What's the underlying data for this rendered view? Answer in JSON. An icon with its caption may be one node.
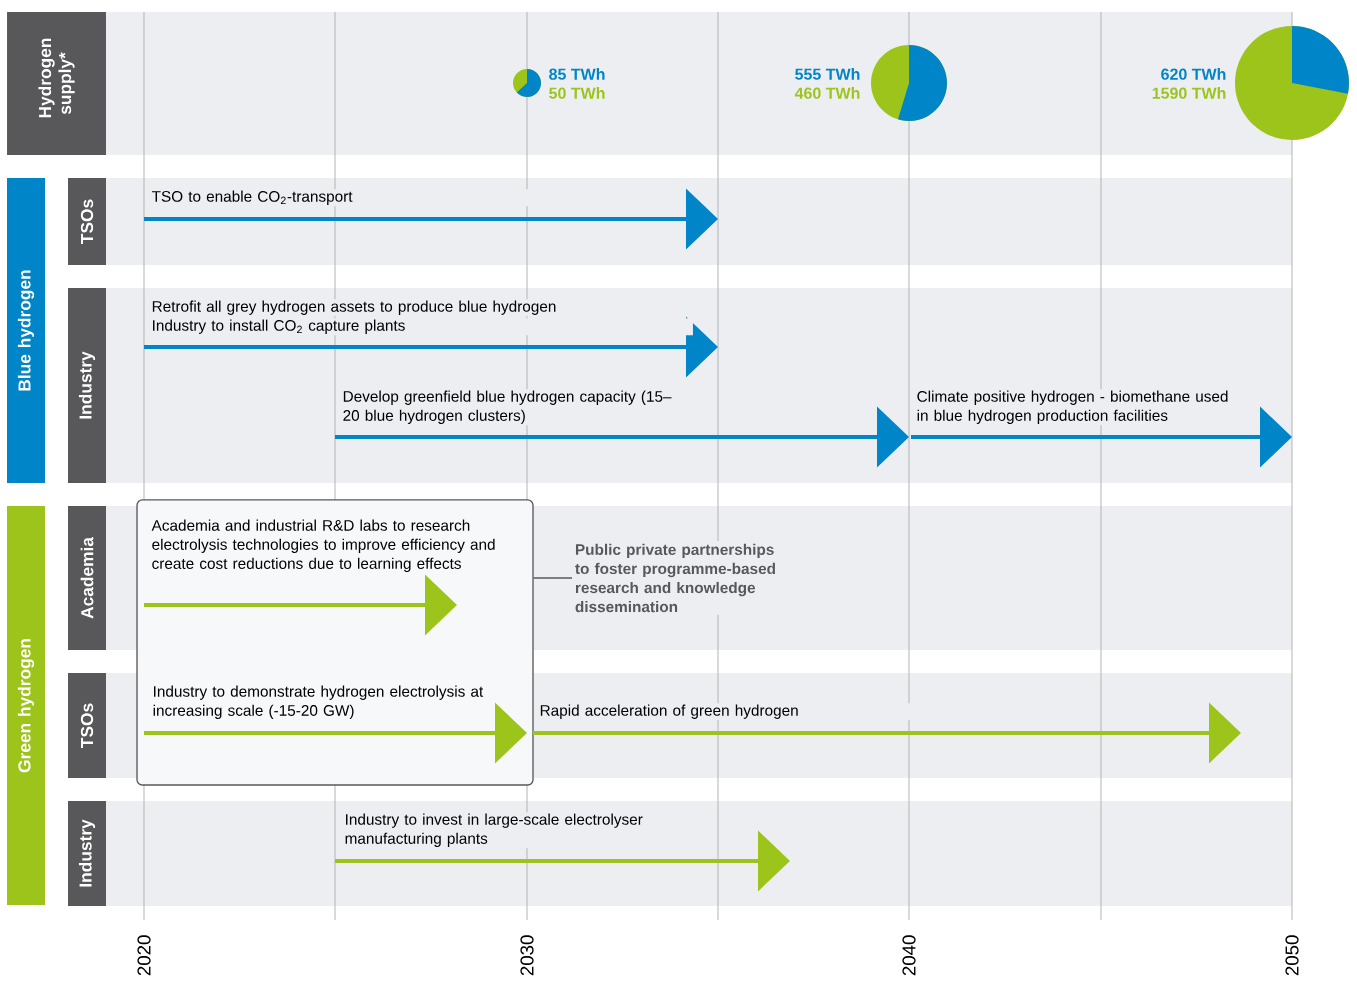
{
  "diagram": {
    "nodes": [
      {
        "text": [
          "Hydrogen supply*"
        ]
      },
      {
        "text": [
          "Blue hydrogen"
        ]
      },
      {
        "text": [
          "TSOs"
        ]
      },
      {
        "text": [
          "Industry"
        ]
      },
      {
        "text": [
          "Green hydrogen"
        ]
      },
      {
        "text": [
          "Academia"
        ]
      },
      {
        "text": [
          "TSOs"
        ]
      },
      {
        "text": [
          "Industry"
        ]
      },
      {
        "text": [
          "Academia and industrial R&D labs to research electrolysis technologies to improve efficiency and create cost reductions due to learning effects",
          "Industry to demonstrate hydrogen electrolysis at increasing scale (-15-20 GW)"
        ]
      },
      {
        "text": [
          "Public private partnerships to foster programme-based research and knowledge dissemination"
        ]
      }
    ],
    "edges": [
      {
        "from": 8,
        "to": 9,
        "arrow": "none"
      }
    ],
    "labels": [
      "85 TWh",
      "50 TWh",
      "555 TWh",
      "460 TWh",
      "620 TWh",
      "1590 TWh",
      "TSO to enable CO$_{2}$-transport",
      "Retrofit all grey hydrogen assets to produce blue hydrogen",
      "Industry to install CO$_{2}$ capture plants",
      "Develop greenfield blue hydrogen capacity (15–20 blue hydrogen clusters)",
      "Climate positive hydrogen - biomethane used in blue hydrogen production facilities",
      "Rapid acceleration of green hydrogen",
      "Industry to invest in large-scale electrolyser manufacturing plants",
      "2020",
      "2030",
      "2040",
      "2050"
    ]
  }
}
